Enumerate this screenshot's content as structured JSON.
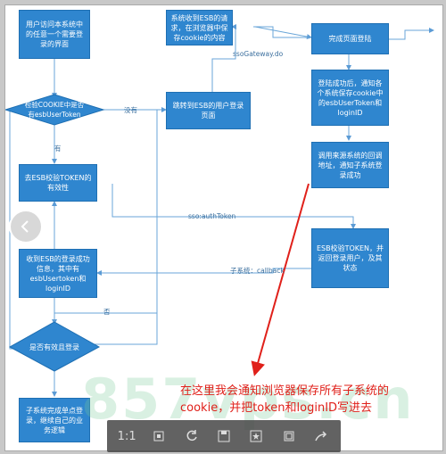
{
  "boxes": {
    "user_visit": "用户访问本系统中的任意一个需要登录的界面",
    "check_cookie": "检验COOKIE中是否有esbUserToken",
    "redirect_esb": "跳转到ESB的用户登录页面",
    "esb_receive": "系统收到ESB的请求，在浏览器中保存cookie的内容",
    "complete_login": "完成页面登陆",
    "login_success": "登陆成功后，通知各个系统保存cookie中的esbUserToken和loginID",
    "verify_token": "去ESB校验TOKEN的有效性",
    "call_source": "调用来源系统的回调地址，通知子系统登录成功",
    "esb_verify": "ESB校验TOKEN，并返回登录用户，及其状态",
    "receive_login": "收到ESB的登录成功信息，其中有esbUsertoken和loginID",
    "is_valid": "是否有效且登录",
    "sub_complete": "子系统完成单点登录，继续自己的业务逻辑"
  },
  "labels": {
    "no_cookie": "没有",
    "has_cookie": "有",
    "sso_gateway": "ssoGateway.do",
    "sso_auth": "sso:authToken",
    "callback": "子系统：callback",
    "no_valid": "否"
  },
  "annotation": {
    "line1": "在这里我会通知浏览器保存所有子系统的",
    "line2": "cookie，并把token和loginID写进去"
  },
  "watermark": "857vps.cn",
  "toolbar": {
    "ratio": "1:1"
  },
  "colors": {
    "box": "#2f86cf",
    "arrow": "#6aa6d8",
    "annotation": "#e0201a"
  }
}
